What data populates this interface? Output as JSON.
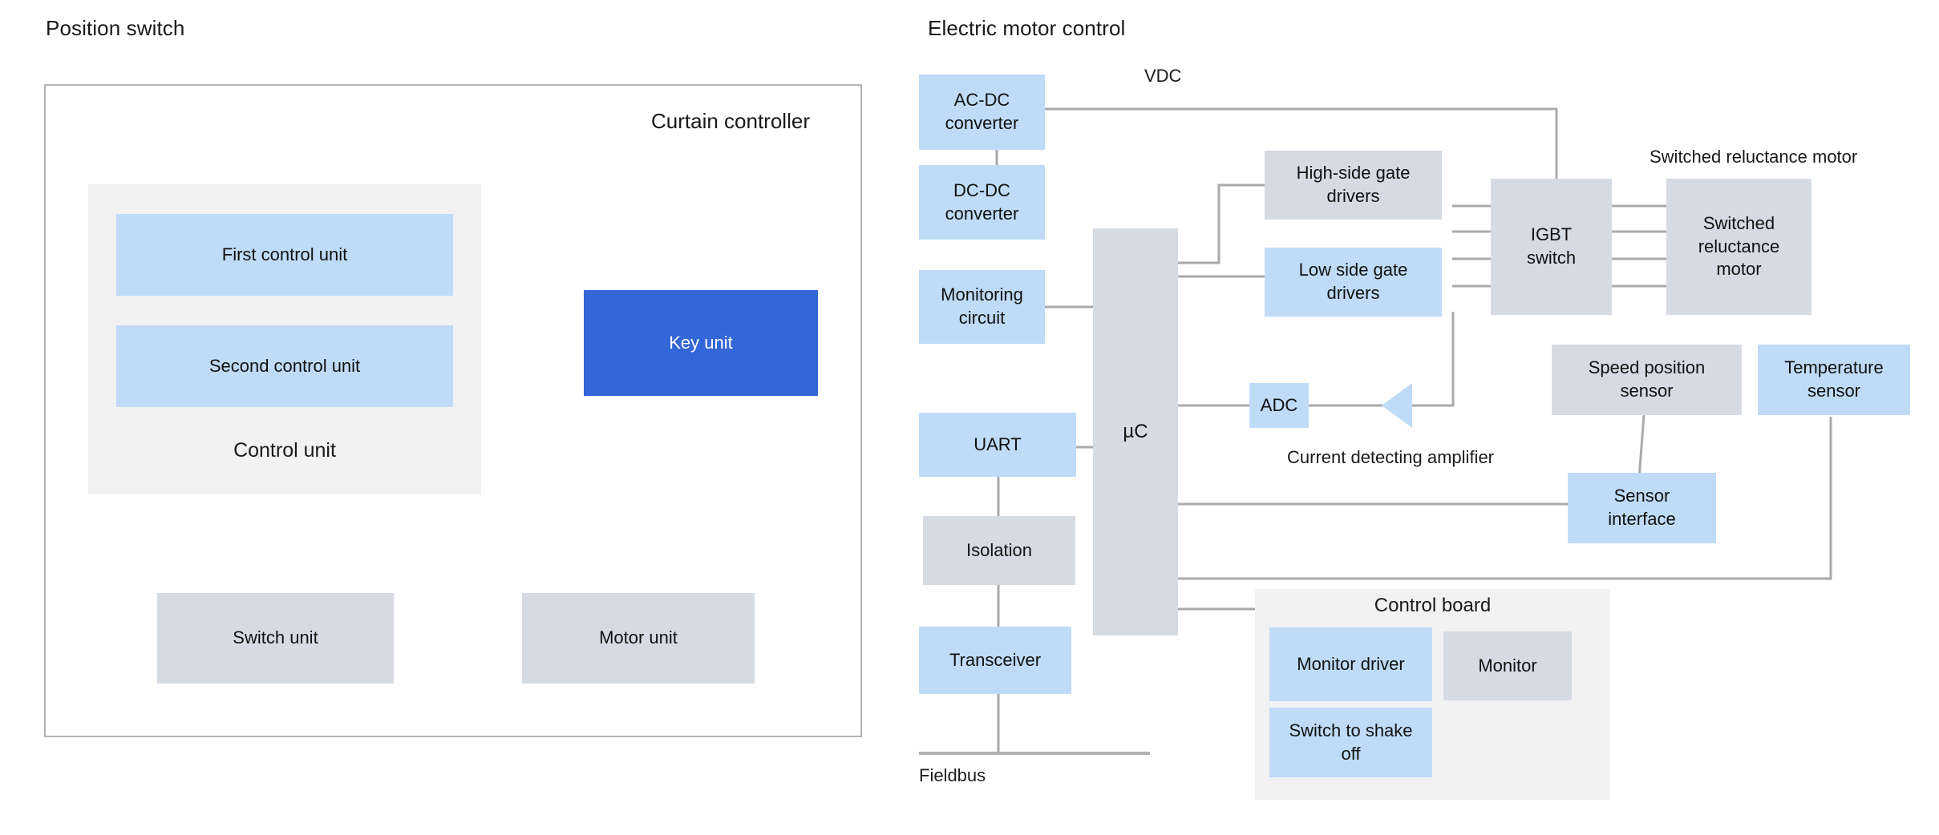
{
  "sections": {
    "left": {
      "title": "Position switch"
    },
    "right": {
      "title": "Electric motor control"
    }
  },
  "curtain_controller": {
    "label": "Curtain controller",
    "control_unit_group": {
      "label": "Control unit",
      "members": [
        {
          "label": "First control unit",
          "style": "blue"
        },
        {
          "label": "Second control unit",
          "style": "blue"
        }
      ]
    },
    "key_unit": {
      "label": "Key unit",
      "style": "accent"
    },
    "switch_unit": {
      "label": "Switch unit",
      "style": "gray"
    },
    "motor_unit": {
      "label": "Motor unit",
      "style": "gray"
    }
  },
  "motor_control": {
    "power_chain": [
      {
        "label": "AC-DC\nconverter",
        "style": "blue"
      },
      {
        "label": "DC-DC\nconverter",
        "style": "blue"
      },
      {
        "label": "Monitoring\ncircuit",
        "style": "blue"
      }
    ],
    "comms_chain": [
      {
        "label": "UART",
        "style": "blue"
      },
      {
        "label": "Isolation",
        "style": "gray"
      },
      {
        "label": "Transceiver",
        "style": "blue"
      }
    ],
    "mcu": {
      "label": "µC",
      "style": "gray"
    },
    "gate_drivers": [
      {
        "label": "High-side gate\ndrivers",
        "style": "gray"
      },
      {
        "label": "Low side gate\ndrivers",
        "style": "blue"
      }
    ],
    "adc": {
      "label": "ADC",
      "style": "blue"
    },
    "igbt_switch": {
      "label": "IGBT\nswitch",
      "style": "gray"
    },
    "motor": {
      "label": "Switched\nreluctance\nmotor",
      "style": "gray"
    },
    "sensors": [
      {
        "label": "Speed  position\nsensor",
        "style": "gray"
      },
      {
        "label": "Temperature\nsensor",
        "style": "blue"
      }
    ],
    "sensor_interface": {
      "label": "Sensor\ninterface",
      "style": "blue"
    },
    "control_board": {
      "label": "Control board",
      "members": [
        {
          "label": "Monitor driver",
          "style": "blue"
        },
        {
          "label": "Monitor",
          "style": "gray"
        },
        {
          "label": "Switch to shake\noff",
          "style": "blue"
        }
      ]
    },
    "annotations": {
      "vdc": "VDC",
      "motor_group": "Switched reluctance motor",
      "current_amp": "Current detecting amplifier",
      "fieldbus": "Fieldbus"
    }
  },
  "palette": {
    "blue": "#bfdbf8",
    "gray": "#d6dbe3",
    "accent": "#3366d6",
    "group": "#f2f2f2",
    "wire": "#aaaaaa",
    "border": "#b4b4b4"
  }
}
